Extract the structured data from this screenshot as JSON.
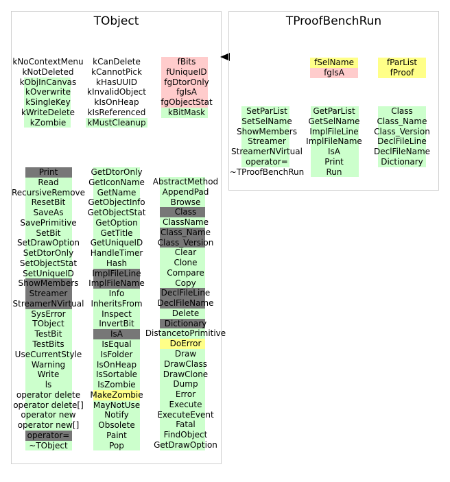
{
  "colors": {
    "box_border": "#cfcfcf",
    "member_bg": "#ccffcc",
    "data_member_bg": "#ffcccc",
    "own_member_bg": "#ffff88",
    "overridden_bg": "#777777"
  },
  "tobject": {
    "title": "TObject",
    "enum_col1": [
      "kNoContextMenu",
      "kNotDeleted",
      "kObjInCanvas",
      "kOverwrite",
      "kSingleKey",
      "kWriteDelete",
      "kZombie"
    ],
    "enum_col2": [
      "kCanDelete",
      "kCannotPick",
      "kHasUUID",
      "kInvalidObject",
      "kIsOnHeap",
      "kIsReferenced",
      "kMustCleanup"
    ],
    "data_members": [
      "fBits",
      "fUniqueID",
      "fgDtorOnly",
      "fgIsA",
      "fgObjectStat",
      "kBitMask"
    ],
    "methods_col1": [
      "Print",
      "Read",
      "RecursiveRemove",
      "ResetBit",
      "SaveAs",
      "SavePrimitive",
      "SetBit",
      "SetDrawOption",
      "SetDtorOnly",
      "SetObjectStat",
      "SetUniqueID",
      "ShowMembers",
      "Streamer",
      "StreamerNVirtual",
      "SysError",
      "TObject",
      "TestBit",
      "TestBits",
      "UseCurrentStyle",
      "Warning",
      "Write",
      "ls",
      "operator delete",
      "operator delete[]",
      "operator new",
      "operator new[]",
      "operator=",
      "~TObject"
    ],
    "methods_col2": [
      "GetDtorOnly",
      "GetIconName",
      "GetName",
      "GetObjectInfo",
      "GetObjectStat",
      "GetOption",
      "GetTitle",
      "GetUniqueID",
      "HandleTimer",
      "Hash",
      "ImplFileLine",
      "ImplFileName",
      "Info",
      "InheritsFrom",
      "Inspect",
      "InvertBit",
      "IsA",
      "IsEqual",
      "IsFolder",
      "IsOnHeap",
      "IsSortable",
      "IsZombie",
      "MakeZombie",
      "MayNotUse",
      "Notify",
      "Obsolete",
      "Paint",
      "Pop"
    ],
    "methods_col3": [
      "AbstractMethod",
      "AppendPad",
      "Browse",
      "Class",
      "ClassName",
      "Class_Name",
      "Class_Version",
      "Clear",
      "Clone",
      "Compare",
      "Copy",
      "DeclFileLine",
      "DeclFileName",
      "Delete",
      "Dictionary",
      "DistancetoPrimitive",
      "DoError",
      "Draw",
      "DrawClass",
      "DrawClone",
      "Dump",
      "Error",
      "Execute",
      "ExecuteEvent",
      "Fatal",
      "FindObject",
      "GetDrawOption"
    ]
  },
  "tproofbenchrun": {
    "title": "TProofBenchRun",
    "data_col1": [
      "fSelName",
      "fgIsA"
    ],
    "data_col2": [
      "fParList",
      "fProof"
    ],
    "methods_col1": [
      "SetParList",
      "SetSelName",
      "ShowMembers",
      "Streamer",
      "StreamerNVirtual",
      "operator=",
      "~TProofBenchRun"
    ],
    "methods_col2": [
      "GetParList",
      "GetSelName",
      "ImplFileLine",
      "ImplFileName",
      "IsA",
      "Print",
      "Run"
    ],
    "methods_col3": [
      "Class",
      "Class_Name",
      "Class_Version",
      "DeclFileLine",
      "DeclFileName",
      "Dictionary"
    ]
  }
}
